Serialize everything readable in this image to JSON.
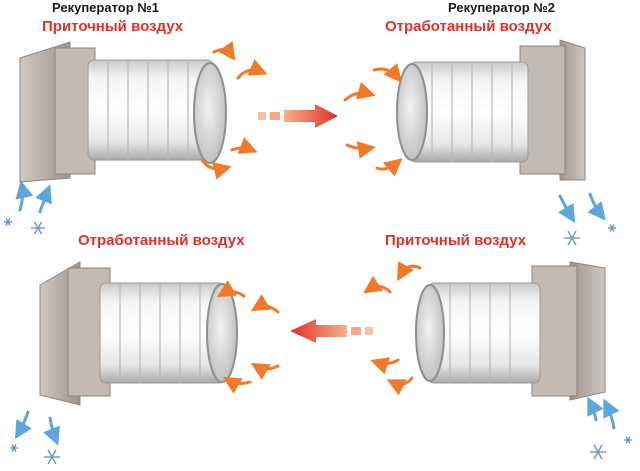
{
  "unit1": {
    "title": "Рекуператор №1",
    "top_label": "Приточный воздух",
    "bottom_label": "Отработанный воздух"
  },
  "unit2": {
    "title": "Рекуператор  №2",
    "top_label": "Отработанный воздух",
    "bottom_label": "Приточный воздух"
  },
  "colors": {
    "label_red": "#e0302a",
    "flow_arrow": "#f07a2a",
    "cold_arrow": "#5ca6d8",
    "housing": "#b9b0a8"
  },
  "icons": [
    "snowflake-icon",
    "warm-air-arrow-icon",
    "cold-air-arrow-icon",
    "flow-direction-arrow-icon"
  ]
}
